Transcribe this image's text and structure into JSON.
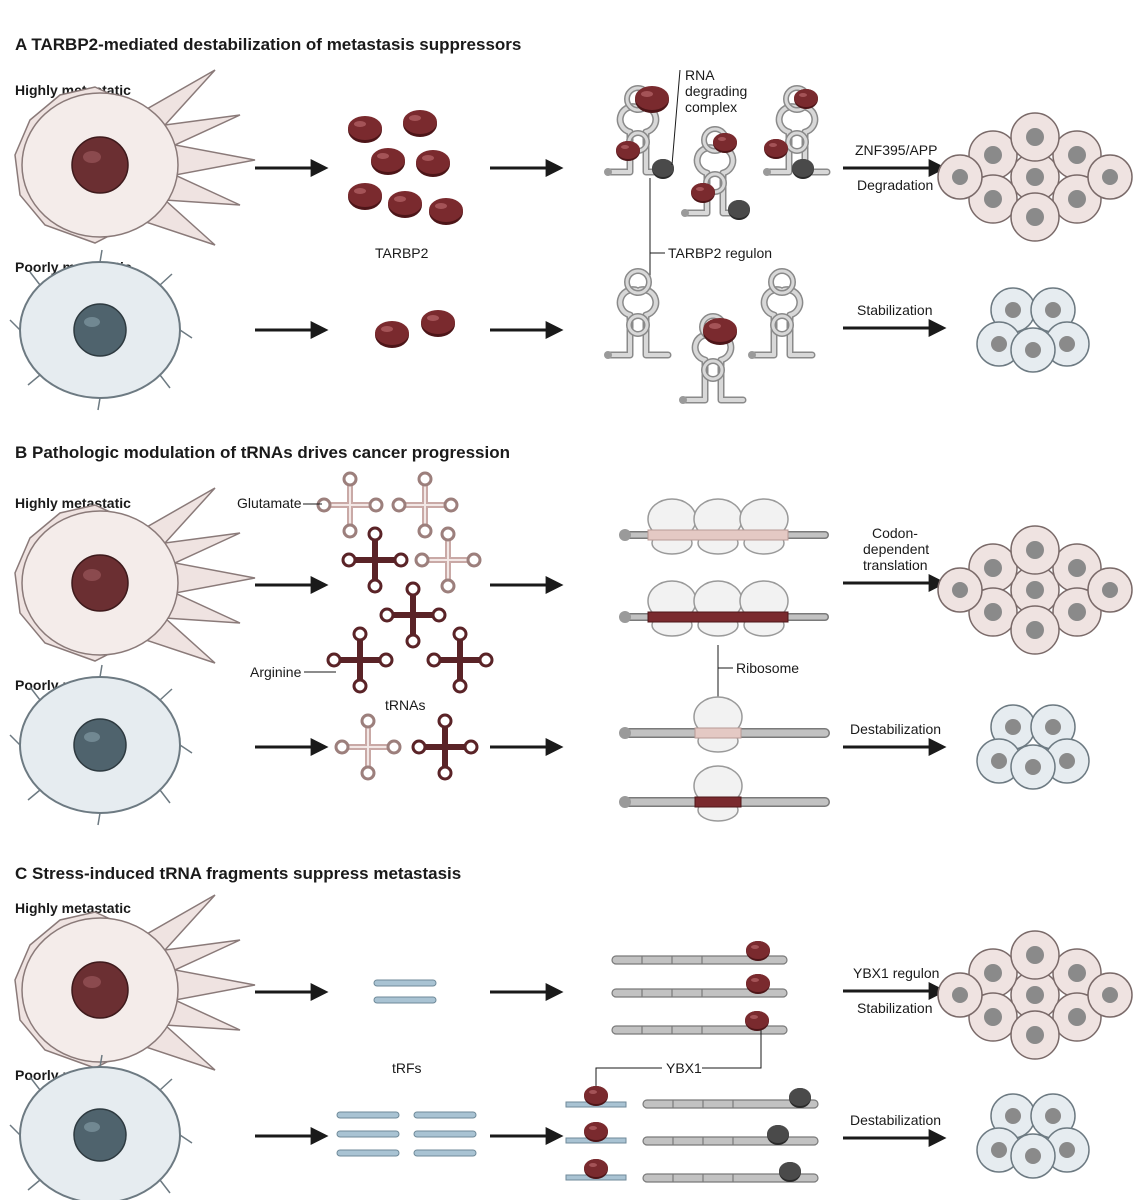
{
  "panels": {
    "a": {
      "title": "A  TARBP2-mediated destabilization of metastasis suppressors",
      "highly_label": "Highly metastatic",
      "poorly_label": "Poorly metastatic",
      "protein_label": "TARBP2",
      "complex_label": [
        "RNA",
        "degrading",
        "complex"
      ],
      "regulon_label": "TARBP2 regulon",
      "arrow_top_above": "ZNF395/APP",
      "arrow_top_below": "Degradation",
      "arrow_bottom_above": "Stabilization"
    },
    "b": {
      "title": "B  Pathologic modulation of tRNAs drives cancer progression",
      "highly_label": "Highly metastatic",
      "poorly_label": "Poorly metastatic",
      "glutamate_label": "Glutamate",
      "arginine_label": "Arginine",
      "trnas_label": "tRNAs",
      "ribosome_label": "Ribosome",
      "arrow_top_label": [
        "Codon-",
        "dependent",
        "translation"
      ],
      "arrow_bottom_above": "Destabilization"
    },
    "c": {
      "title": "C  Stress-induced tRNA fragments suppress metastasis",
      "highly_label": "Highly metastatic",
      "poorly_label": "Poorly metastatic",
      "trfs_label": "tRFs",
      "ybx1_label": "YBX1",
      "arrow_top_above": "YBX1 regulon",
      "arrow_top_below": "Stabilization",
      "arrow_bottom_above": "Destabilization"
    }
  },
  "colors": {
    "protein": "#7a2a2e",
    "trna_dark": "#5a2327",
    "trna_light": "#c9a9a6",
    "rna_gray": "#b4b4b4",
    "cell_high": "#efe3e1",
    "cell_low": "#e6ecf0",
    "nucleus_high": "#6b2f32",
    "nucleus_low": "#4f636d",
    "trf": "#a9c3d3"
  }
}
